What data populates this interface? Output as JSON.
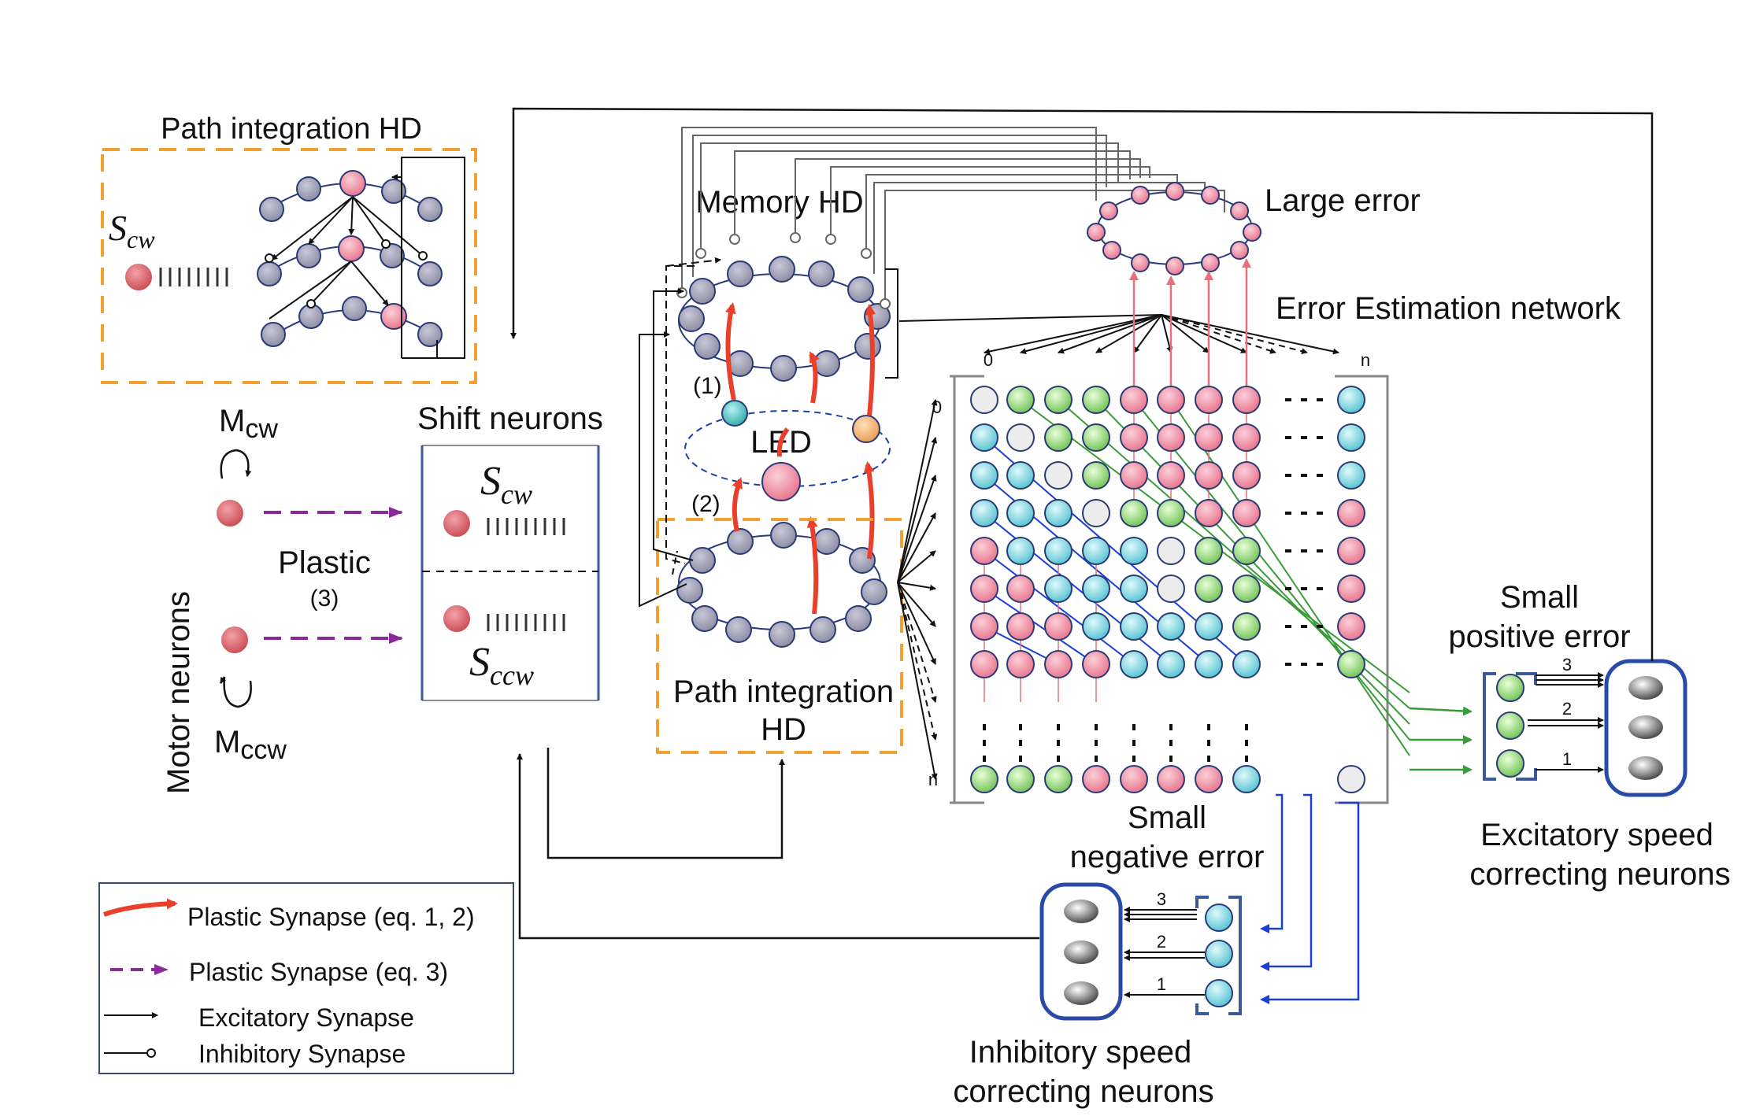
{
  "title_path_integration_top": "Path integration HD",
  "scw_symbol": "S",
  "scw_sub": "cw",
  "sccw_sub": "ccw",
  "mcw_main": "M",
  "mcw_sub": "cw",
  "mccw_main": "M",
  "mccw_sub": "ccw",
  "motor_neurons": "Motor neurons",
  "shift_neurons": "Shift neurons",
  "plastic": "Plastic",
  "plastic_eq": "(3)",
  "memory_hd": "Memory HD",
  "led": "LED",
  "label_1": "(1)",
  "label_2": "(2)",
  "path_integration_hd_mid_1": "Path integration",
  "path_integration_hd_mid_2": "HD",
  "large_error": "Large error",
  "error_estimation": "Error Estimation network",
  "matrix_col_start": "0",
  "matrix_col_end": "n",
  "matrix_row_start": "0",
  "matrix_row_end": "n",
  "small_positive_1": "Small",
  "small_positive_2": "positive error",
  "small_negative_1": "Small",
  "small_negative_2": "negative error",
  "excitatory_1": "Excitatory speed",
  "excitatory_2": "correcting neurons",
  "inhibitory_1": "Inhibitory speed",
  "inhibitory_2": "correcting neurons",
  "num_1": "1",
  "num_2": "2",
  "num_3": "3",
  "dots": ". . .",
  "legend": {
    "plastic_synapse_12": "Plastic Synapse (eq. 1, 2)",
    "plastic_synapse_3": "Plastic Synapse (eq. 3)",
    "excitatory_synapse": "Excitatory Synapse",
    "inhibitory_synapse": "Inhibitory Synapse"
  },
  "colors": {
    "orange_dash": "#f0a030",
    "red_arrow": "#e8402a",
    "purple_dash": "#8a2a9a",
    "blue_line": "#1a3fd8",
    "green_line": "#3a9a3a",
    "pink_line": "#e8707a",
    "neuron_red": "#f08a96",
    "neuron_green": "#8ee08a",
    "neuron_cyan": "#9ee6f4",
    "neuron_gray": "#e8e8e8"
  }
}
